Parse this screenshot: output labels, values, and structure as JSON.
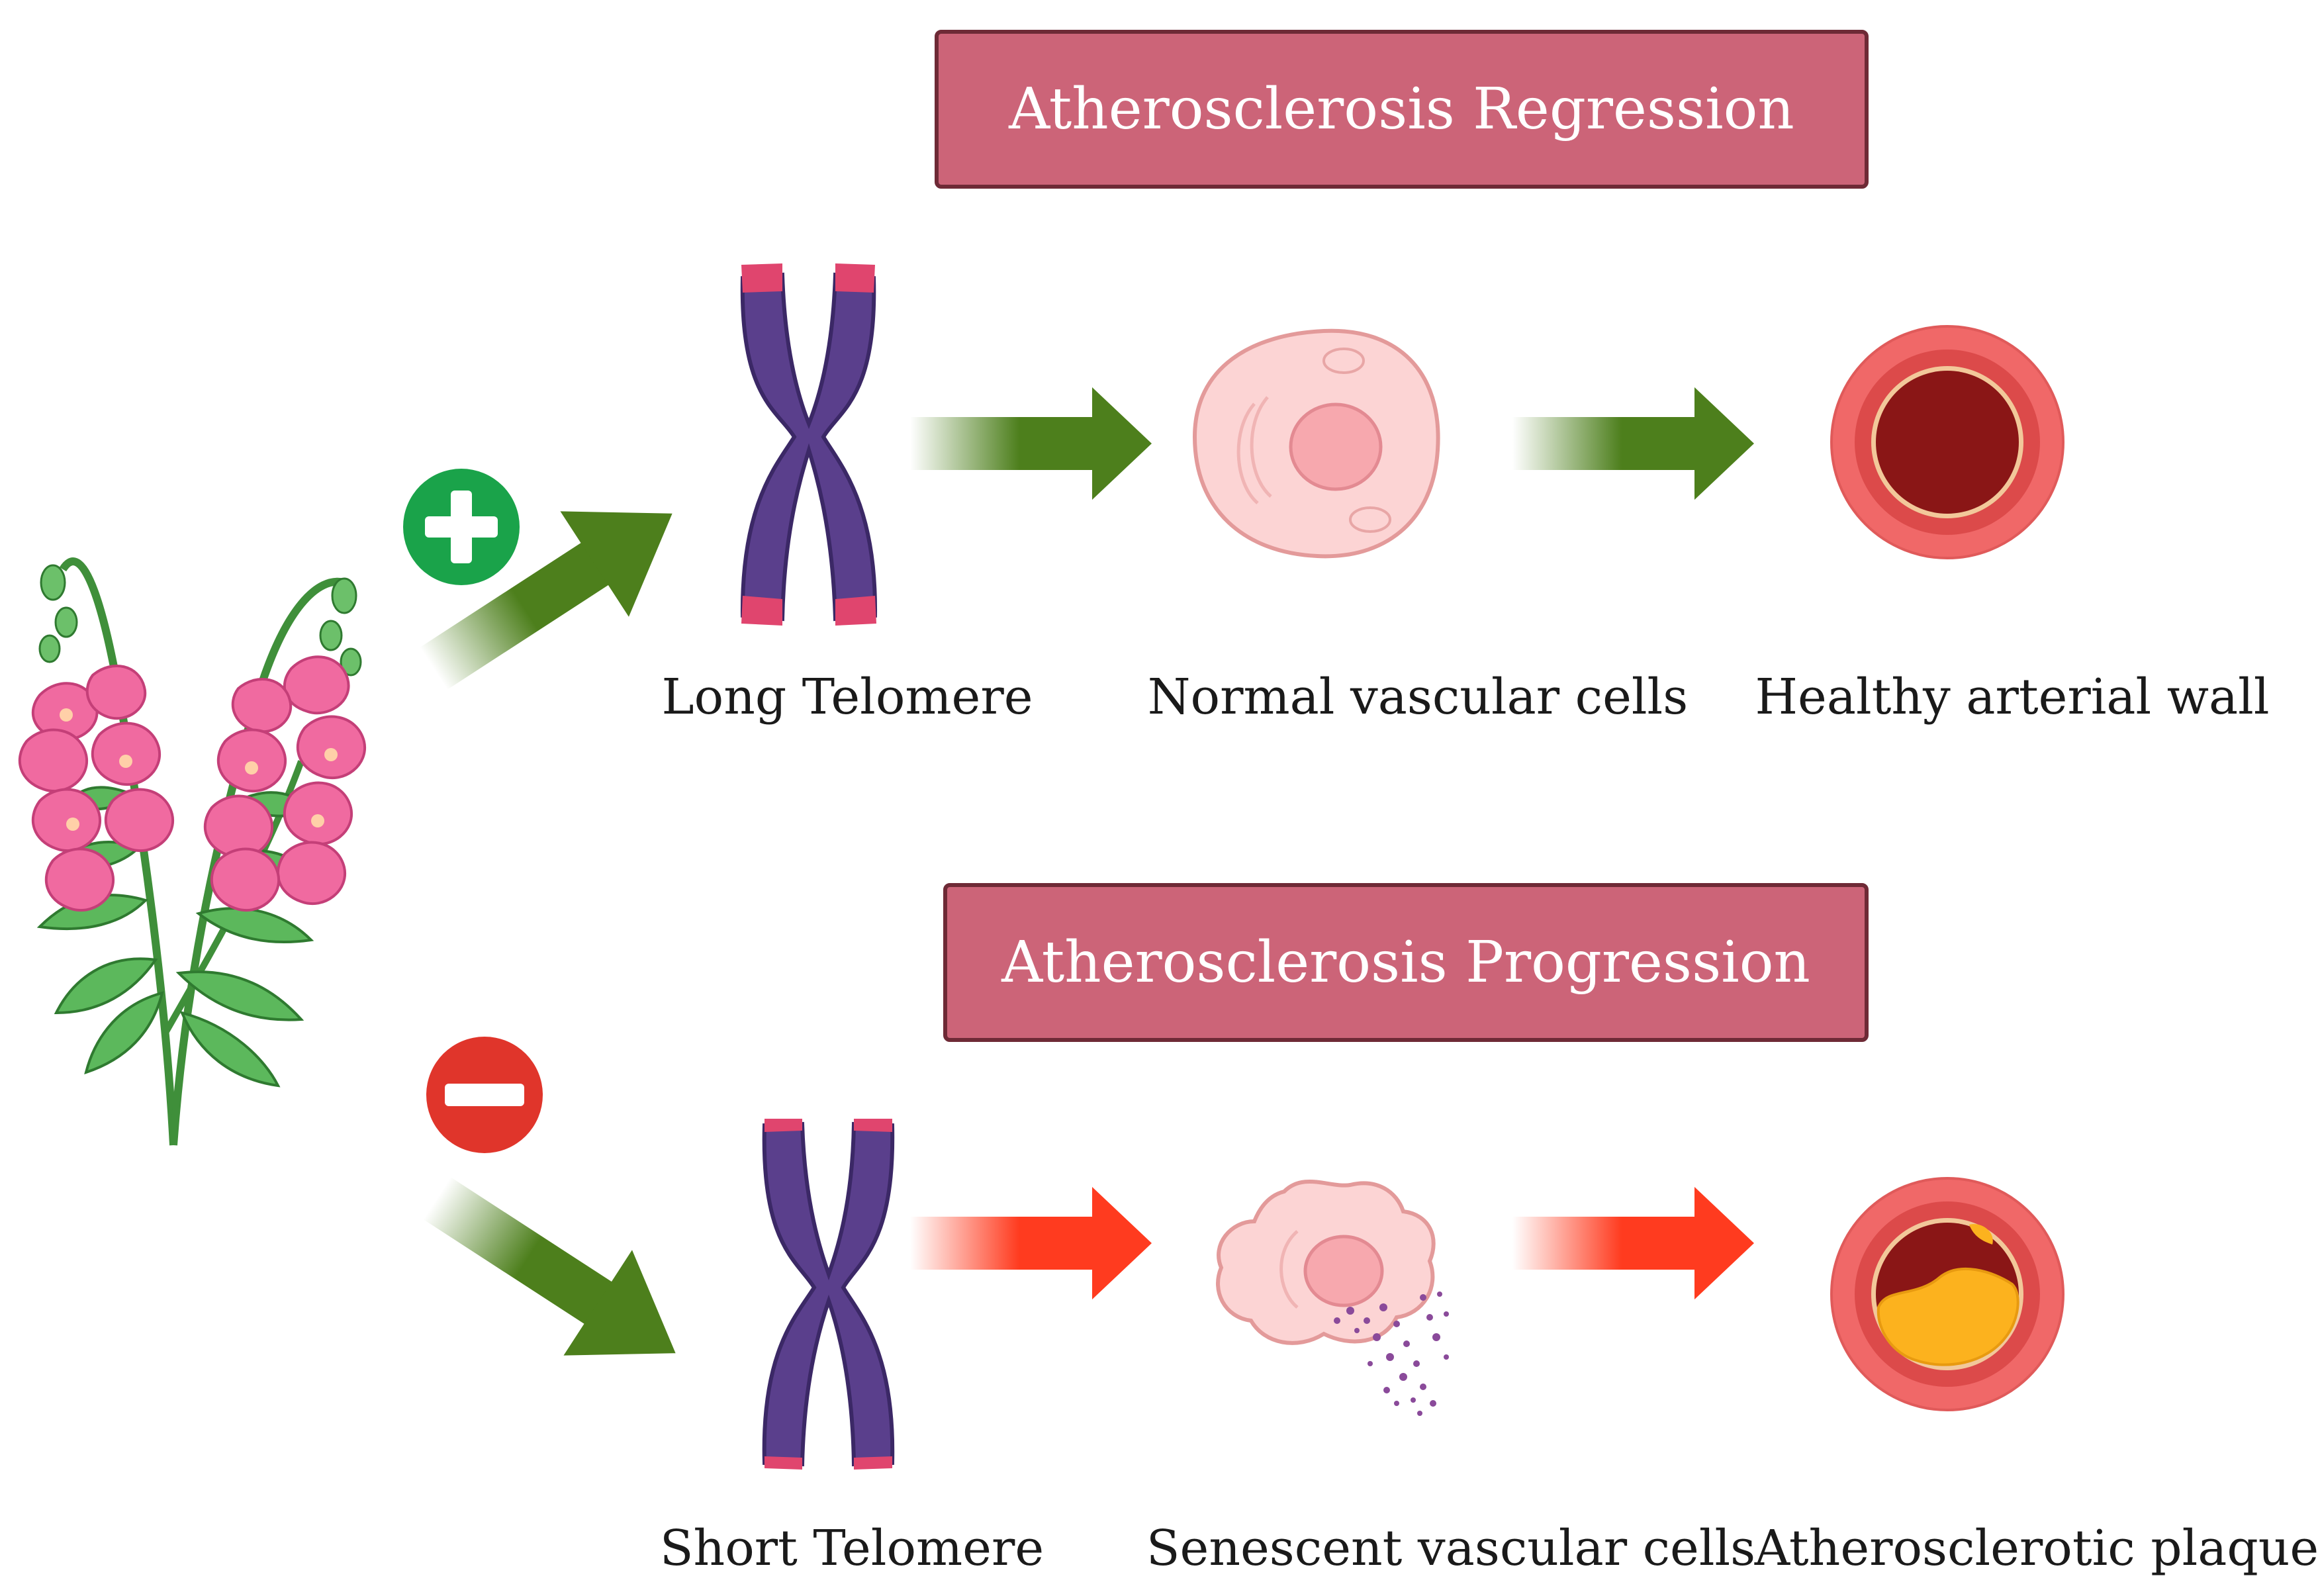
{
  "colors": {
    "green_arrow": "#4d7f1c",
    "red_arrow": "#ff3b1f",
    "plus_badge": "#1aa34a",
    "minus_badge": "#e0352b",
    "banner_fill": "#cc6478",
    "banner_border": "#6e2a36",
    "chromosome": "#5a3f8c",
    "telomere_cap": "#e0456e"
  },
  "banners": {
    "regression": "Atherosclerosis Regression",
    "progression": "Atherosclerosis Progression"
  },
  "labels": {
    "long_telomere": "Long Telomere",
    "normal_cells": "Normal vascular cells",
    "healthy_wall": "Healthy arterial wall",
    "short_telomere": "Short Telomere",
    "senescent_cells": "Senescent vascular cells",
    "plaque": "Atherosclerotic plaque"
  },
  "icons": {
    "plant": "snapdragon-plant-icon",
    "plus": "plus-badge-icon",
    "minus": "minus-badge-icon",
    "chromosome": "chromosome-icon",
    "cell": "cell-icon",
    "artery": "artery-cross-section-icon"
  }
}
